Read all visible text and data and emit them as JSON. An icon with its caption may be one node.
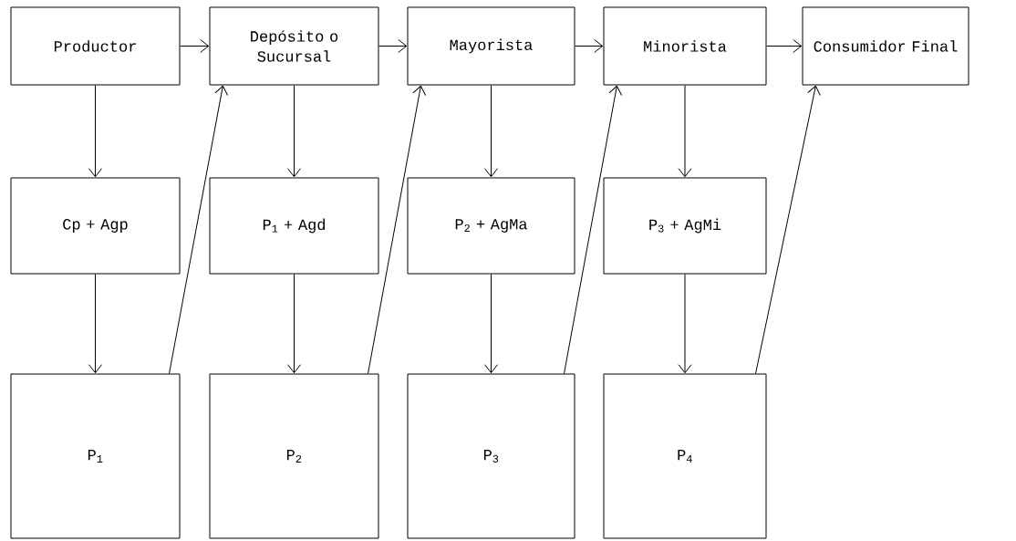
{
  "diagram": {
    "nodes": [
      {
        "text": [
          "Productor"
        ]
      },
      {
        "text": [
          "Depósito o Sucursal"
        ]
      },
      {
        "text": [
          "Mayorista"
        ]
      },
      {
        "text": [
          "Minorista"
        ]
      },
      {
        "text": [
          "Consumidor Final"
        ]
      },
      {
        "text": [
          "Cp + Agp"
        ]
      },
      {
        "text": [
          "P$_{1}$ + Agd"
        ]
      },
      {
        "text": [
          "P$_{2}$ + AgMa"
        ]
      },
      {
        "text": [
          "P$_{3}$ + AgMi"
        ]
      },
      {
        "text": [
          "P$_{1}$"
        ]
      },
      {
        "text": [
          "P$_{2}$"
        ]
      },
      {
        "text": [
          "P$_{3}$"
        ]
      },
      {
        "text": [
          "P$_{4}$"
        ]
      }
    ],
    "edges": [
      {
        "from": 0,
        "to": 1,
        "arrow": "to"
      },
      {
        "from": 1,
        "to": 2,
        "arrow": "to"
      },
      {
        "from": 2,
        "to": 3,
        "arrow": "to"
      },
      {
        "from": 3,
        "to": 4,
        "arrow": "to"
      },
      {
        "from": 0,
        "to": 5,
        "arrow": "to"
      },
      {
        "from": 5,
        "to": 9,
        "arrow": "to"
      },
      {
        "from": 1,
        "to": 6,
        "arrow": "to"
      },
      {
        "from": 6,
        "to": 10,
        "arrow": "to"
      },
      {
        "from": 2,
        "to": 7,
        "arrow": "to"
      },
      {
        "from": 7,
        "to": 11,
        "arrow": "to"
      },
      {
        "from": 3,
        "to": 8,
        "arrow": "to"
      },
      {
        "from": 8,
        "to": 12,
        "arrow": "to"
      },
      {
        "from": 9,
        "to": 1,
        "arrow": "to"
      },
      {
        "from": 10,
        "to": 2,
        "arrow": "to"
      },
      {
        "from": 11,
        "to": 3,
        "arrow": "to"
      },
      {
        "from": 12,
        "to": 4,
        "arrow": "to"
      }
    ]
  }
}
